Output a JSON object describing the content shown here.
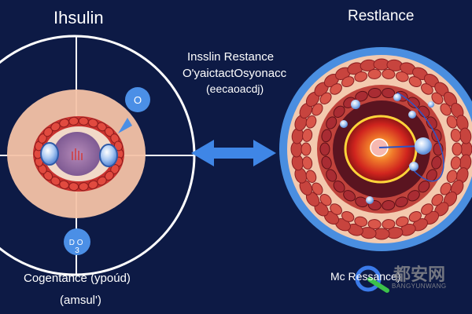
{
  "left_panel": {
    "title": "Ihsulin",
    "cell_label_top": "O",
    "cell_label_bottom": "D O\n3",
    "caption_line1": "Cogentance (уpoúd)",
    "caption_line2": "(amsul')"
  },
  "right_panel": {
    "title": "Restlance",
    "caption": "Mc Ressance)"
  },
  "center": {
    "line1": "Insslin Restance",
    "line2": "O'yaictactOsyonacc",
    "line3": "(еecaoacdj)"
  },
  "watermark": {
    "cn": "都安网",
    "en": "BANGYUNWANG"
  },
  "colors": {
    "background": "#0d1a45",
    "left_circle_stroke": "#ffffff",
    "right_ring": "#4a8ee0",
    "arrow": "#3f86e6",
    "cell_red": "#c8322f",
    "peach": "#f4c2a6"
  }
}
